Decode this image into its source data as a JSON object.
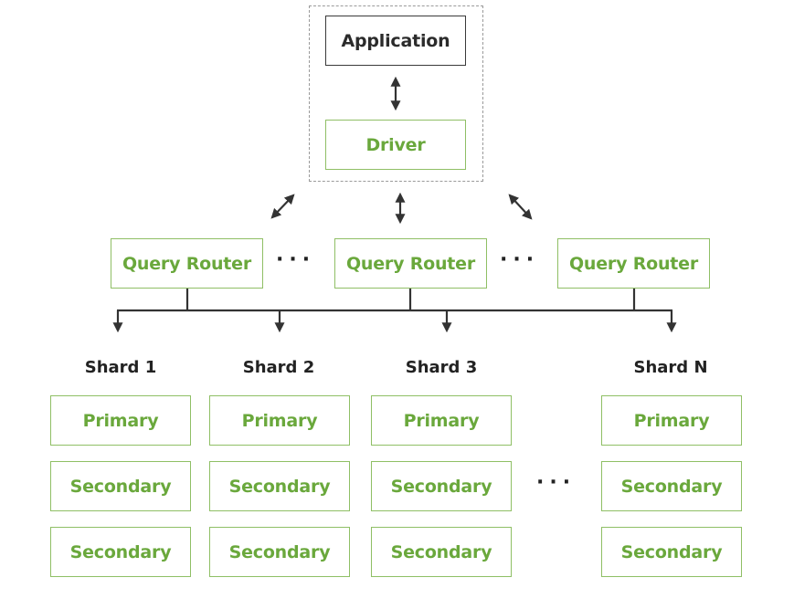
{
  "client": {
    "application_label": "Application",
    "driver_label": "Driver"
  },
  "routers": [
    {
      "label": "Query Router"
    },
    {
      "label": "Query Router"
    },
    {
      "label": "Query Router"
    }
  ],
  "router_ellipsis": "···",
  "shard_ellipsis": "···",
  "shards": [
    {
      "name": "Shard 1",
      "primary": "Primary",
      "secondaries": [
        "Secondary",
        "Secondary"
      ]
    },
    {
      "name": "Shard 2",
      "primary": "Primary",
      "secondaries": [
        "Secondary",
        "Secondary"
      ]
    },
    {
      "name": "Shard 3",
      "primary": "Primary",
      "secondaries": [
        "Secondary",
        "Secondary"
      ]
    },
    {
      "name": "Shard N",
      "primary": "Primary",
      "secondaries": [
        "Secondary",
        "Secondary"
      ]
    }
  ],
  "colors": {
    "green_text": "#6aa83c",
    "green_border": "#8fbf65",
    "dark": "#2b2b2b",
    "dashed_border": "#9a9a9a"
  }
}
